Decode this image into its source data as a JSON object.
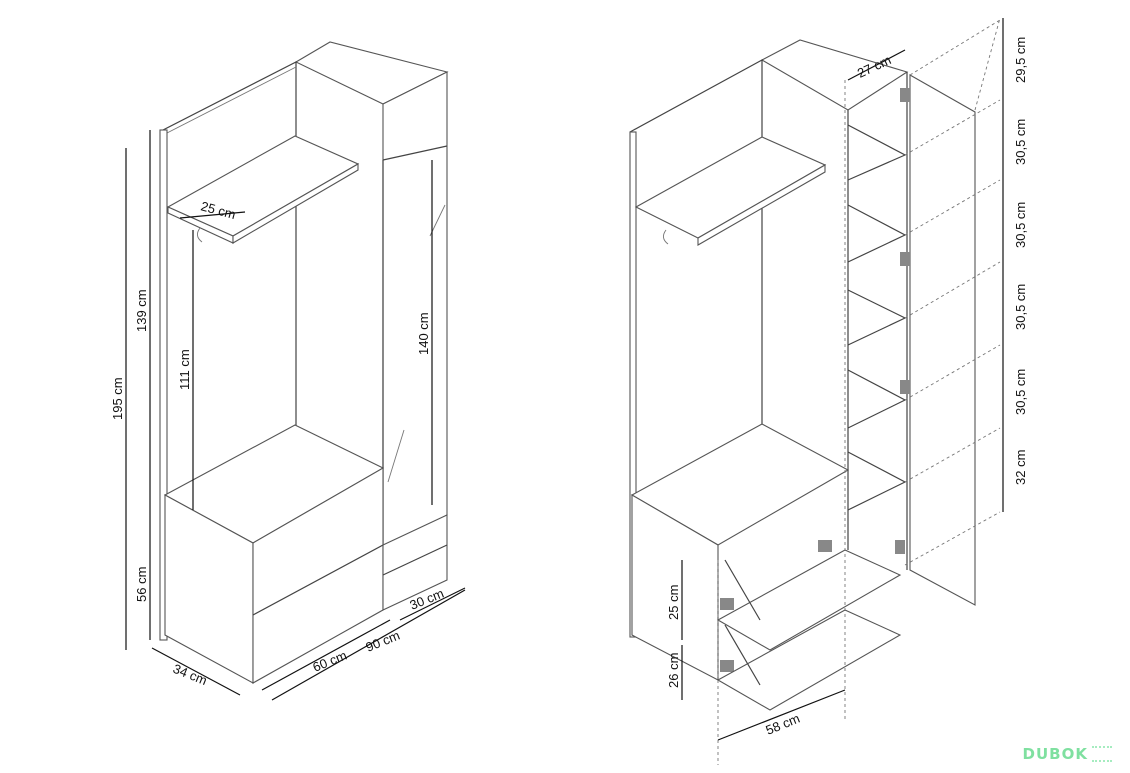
{
  "left_view": {
    "dimensions": {
      "total_height": "195 cm",
      "upper_height": "139 cm",
      "hanger_height": "111 cm",
      "door_height": "140 cm",
      "shelf_depth": "25 cm",
      "bench_height": "56 cm",
      "depth": "34 cm",
      "bench_width": "60 cm",
      "total_width": "90 cm",
      "column_width": "30 cm"
    }
  },
  "right_view": {
    "dimensions": {
      "column_depth": "27 cm",
      "compartment_1": "29,5 cm",
      "compartment_2": "30,5 cm",
      "compartment_3": "30,5 cm",
      "compartment_4": "30,5 cm",
      "compartment_5": "30,5 cm",
      "compartment_6": "32 cm",
      "drawer_1_height": "25 cm",
      "drawer_2_height": "26 cm",
      "drawer_depth": "58 cm"
    }
  },
  "brand": {
    "logo_text": "DUBOK",
    "accent": "#7fe0a0"
  }
}
